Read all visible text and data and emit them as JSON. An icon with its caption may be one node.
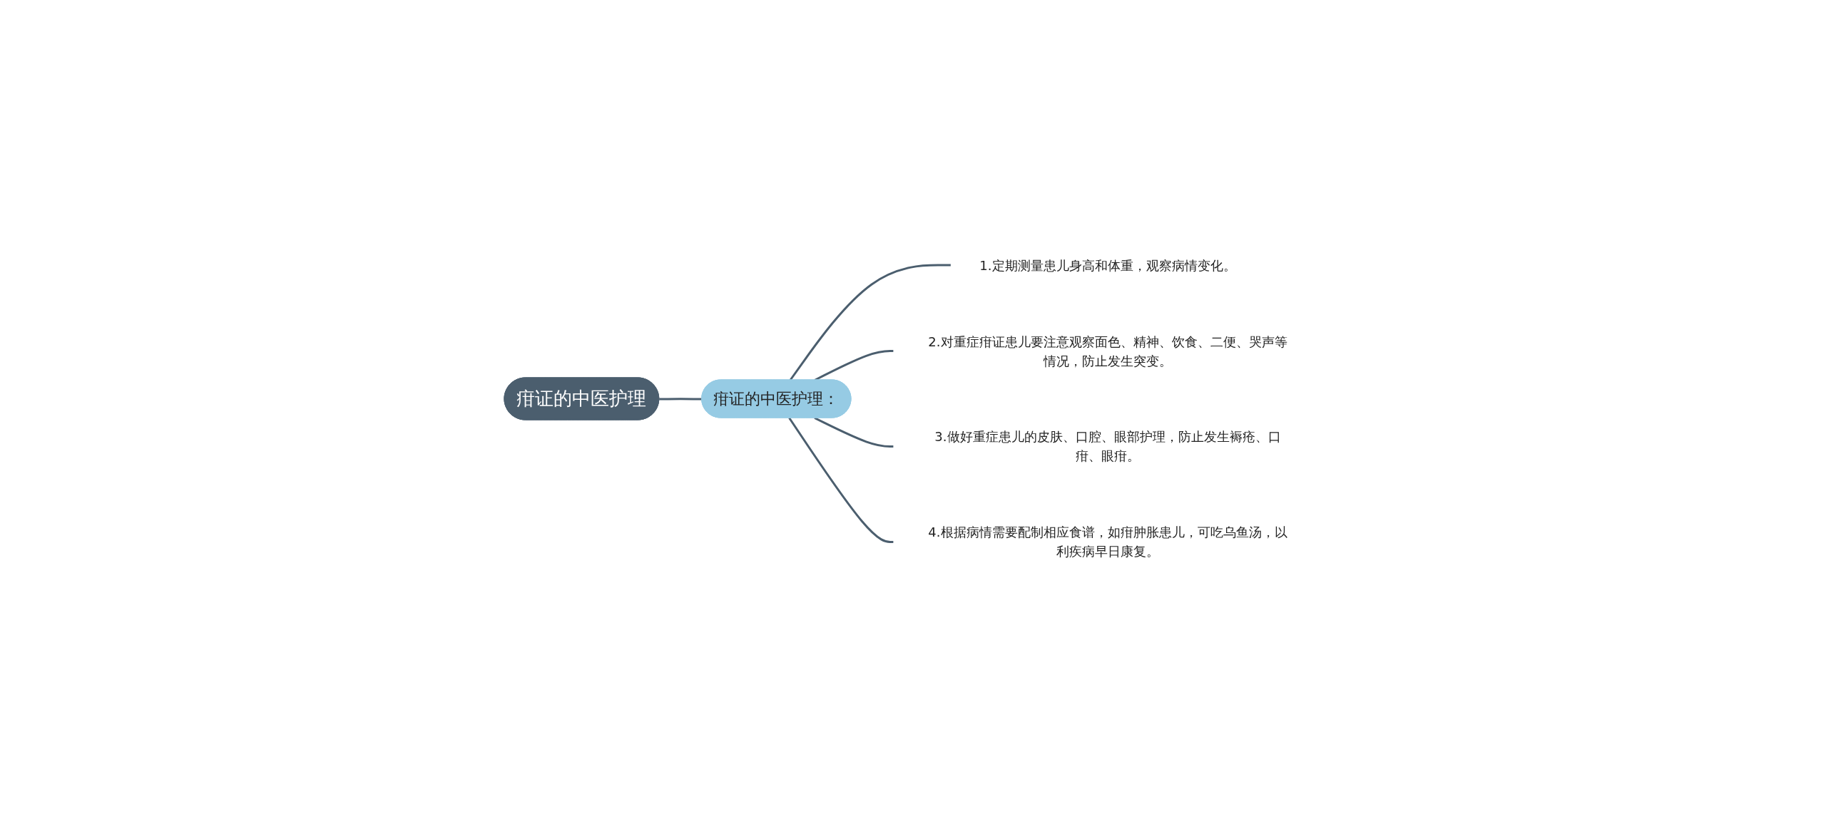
{
  "diagram": {
    "nodes": [
      {
        "text": [
          "疳证的中医护理"
        ]
      },
      {
        "text": [
          "疳证的中医护理："
        ]
      },
      {
        "text": [
          "1.定期测量患儿身高和体重，观察病情变化。"
        ]
      },
      {
        "text": [
          "2.对重症疳证患儿要注意观察面色、精神、饮食、二便、哭声等情况，防止发生突变。"
        ]
      },
      {
        "text": [
          "3.做好重症患儿的皮肤、口腔、眼部护理，防止发生褥疮、口疳、眼疳。"
        ]
      },
      {
        "text": [
          "4.根据病情需要配制相应食谱，如疳肿胀患儿，可吃乌鱼汤，以利疾病早日康复。"
        ]
      }
    ],
    "edges": [
      {
        "from": 0,
        "to": 1,
        "arrow": "none"
      },
      {
        "from": 1,
        "to": 2,
        "arrow": "none"
      },
      {
        "from": 1,
        "to": 3,
        "arrow": "none"
      },
      {
        "from": 1,
        "to": 4,
        "arrow": "none"
      },
      {
        "from": 1,
        "to": 5,
        "arrow": "none"
      }
    ]
  }
}
